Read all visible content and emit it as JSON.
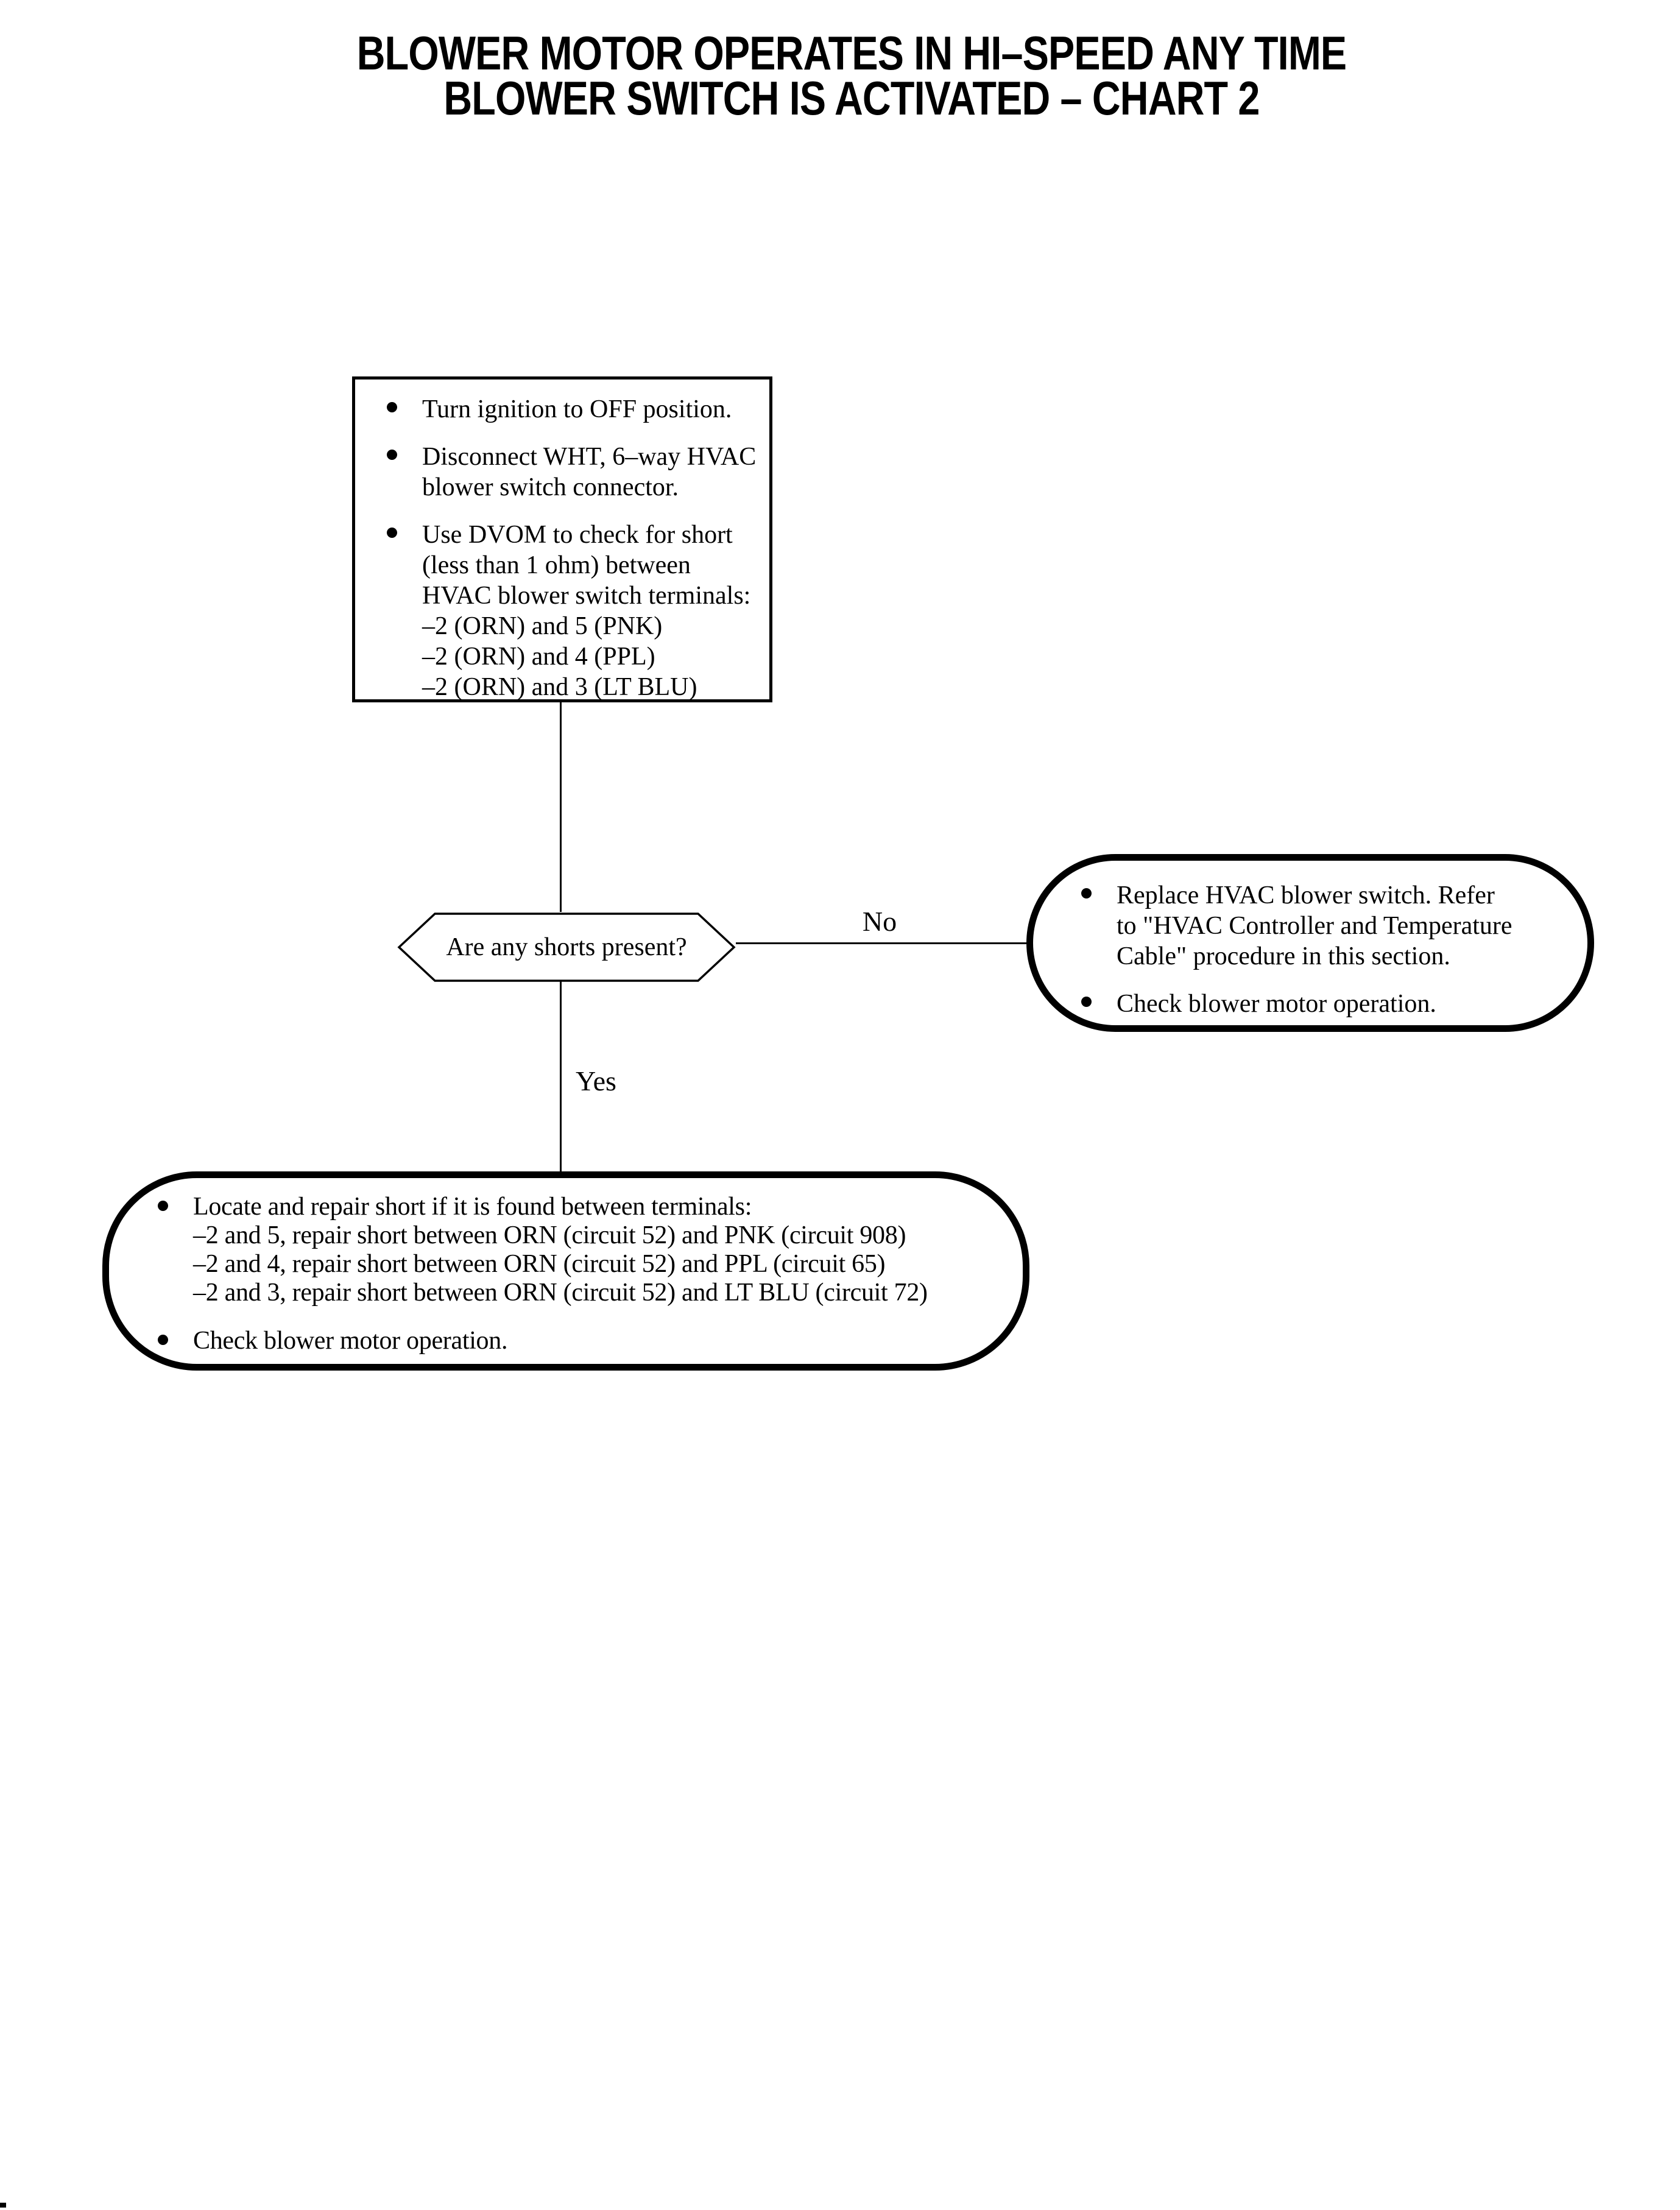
{
  "title": {
    "line1": "BLOWER MOTOR OPERATES IN HI–SPEED ANY TIME",
    "line2": "BLOWER SWITCH IS ACTIVATED – CHART 2"
  },
  "flowchart": {
    "process_box": {
      "bullets": [
        "Turn ignition to OFF position.",
        "Disconnect WHT, 6–way HVAC\nblower switch connector.",
        "Use DVOM to check for short\n(less than 1 ohm) between\nHVAC blower switch terminals:\n–2 (ORN) and 5 (PNK)\n–2 (ORN) and 4 (PPL)\n–2 (ORN) and 3 (LT BLU)"
      ]
    },
    "decision": {
      "question": "Are any shorts present?",
      "no_label": "No",
      "yes_label": "Yes"
    },
    "no_box": {
      "bullets": [
        "Replace HVAC blower switch. Refer\nto \"HVAC Controller and Temperature\nCable\" procedure in this section.",
        "Check blower motor operation."
      ]
    },
    "yes_box": {
      "bullets": [
        "Locate and repair short if it is found between terminals:\n–2 and 5, repair short between ORN (circuit 52) and PNK (circuit 908)\n–2 and 4, repair short between ORN (circuit 52) and PPL (circuit 65)\n–2 and 3, repair short between ORN (circuit 52) and LT BLU (circuit 72)",
        "Check blower motor operation."
      ]
    }
  },
  "colors": {
    "ink": "#000000",
    "paper": "#ffffff"
  }
}
